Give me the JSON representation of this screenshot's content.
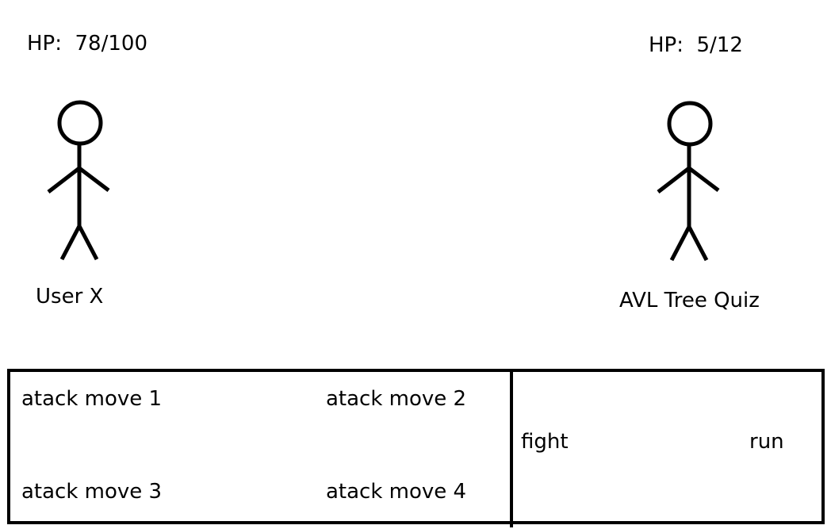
{
  "player": {
    "hp_label": "HP:  78/100",
    "hp": {
      "current": 78,
      "max": 100
    },
    "name": "User X"
  },
  "enemy": {
    "hp_label": "HP:  5/12",
    "hp": {
      "current": 5,
      "max": 12
    },
    "name": "AVL Tree Quiz"
  },
  "moves": {
    "move1": "atack move 1",
    "move2": "atack move 2",
    "move3": "atack move 3",
    "move4": "atack move 4"
  },
  "commands": {
    "fight": "fight",
    "run": "run"
  },
  "colors": {
    "background": "#ffffff",
    "ink": "#000000"
  }
}
